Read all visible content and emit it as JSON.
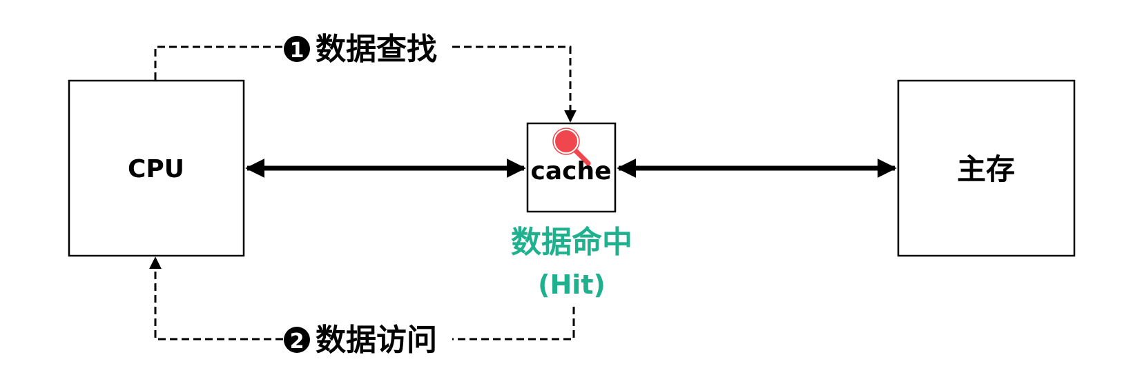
{
  "nodes": {
    "cpu": "CPU",
    "cache": "cache",
    "main_memory": "主存"
  },
  "steps": [
    {
      "number": "1",
      "label": "数据查找"
    },
    {
      "number": "2",
      "label": "数据访问"
    }
  ],
  "hit": {
    "label": "数据命中",
    "sublabel": "(Hit)"
  },
  "colors": {
    "hit_text": "#1fb08e",
    "magnifier": "#f0464e",
    "line": "#000000"
  },
  "icons": {
    "cache_icon": "magnifier-icon"
  }
}
